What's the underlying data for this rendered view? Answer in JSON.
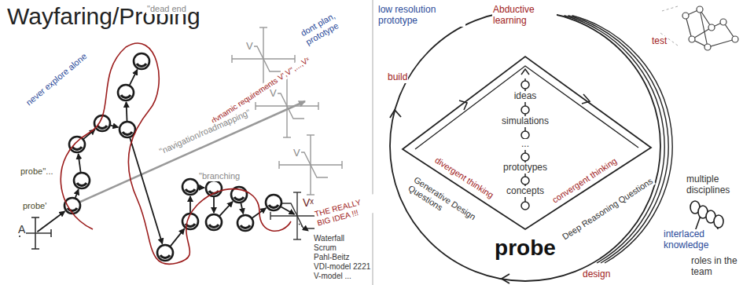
{
  "diagram": {
    "title": "Wayfaring/Probing",
    "nodes": [
      {
        "text": [
          "probe"
        ]
      }
    ],
    "labels": [
      "never explore alone",
      "\"dead end",
      "dont plan, prototype",
      "dynamic requirements V',V'',...,Vˣ",
      "\"navigation/roadmapping\"",
      "\"branching",
      "probe''...",
      "probe'",
      "A",
      "V",
      "V",
      "V",
      "Vˣ",
      "THE REALLY BIG IDEA !!!",
      "Waterfall",
      "Scrum",
      "Pahl-Beitz",
      "VDI-model 2221",
      "V-model ...",
      "low resolution prototype",
      "Abductive learning",
      "build",
      "test",
      "design",
      "divergent thinking",
      "convergent thinking",
      "Generative Design Questions",
      "Deep Reasoning Questions",
      "ideas",
      "simulations",
      "...",
      "prototypes",
      "concepts",
      "multiple disciplines",
      "interlaced knowledge",
      "roles in the team"
    ]
  }
}
